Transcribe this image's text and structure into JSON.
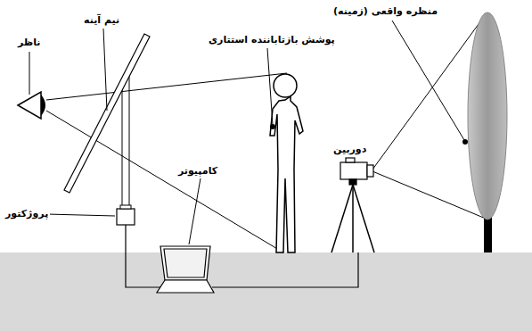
{
  "diagram": {
    "labels": [
      "منظره واقعی (زمینه)",
      "ناظر",
      "نیم آینه",
      "پوشش بازتاباننده استتاری",
      "دوربین",
      "کامپیوتر",
      "پروژکتور"
    ]
  }
}
